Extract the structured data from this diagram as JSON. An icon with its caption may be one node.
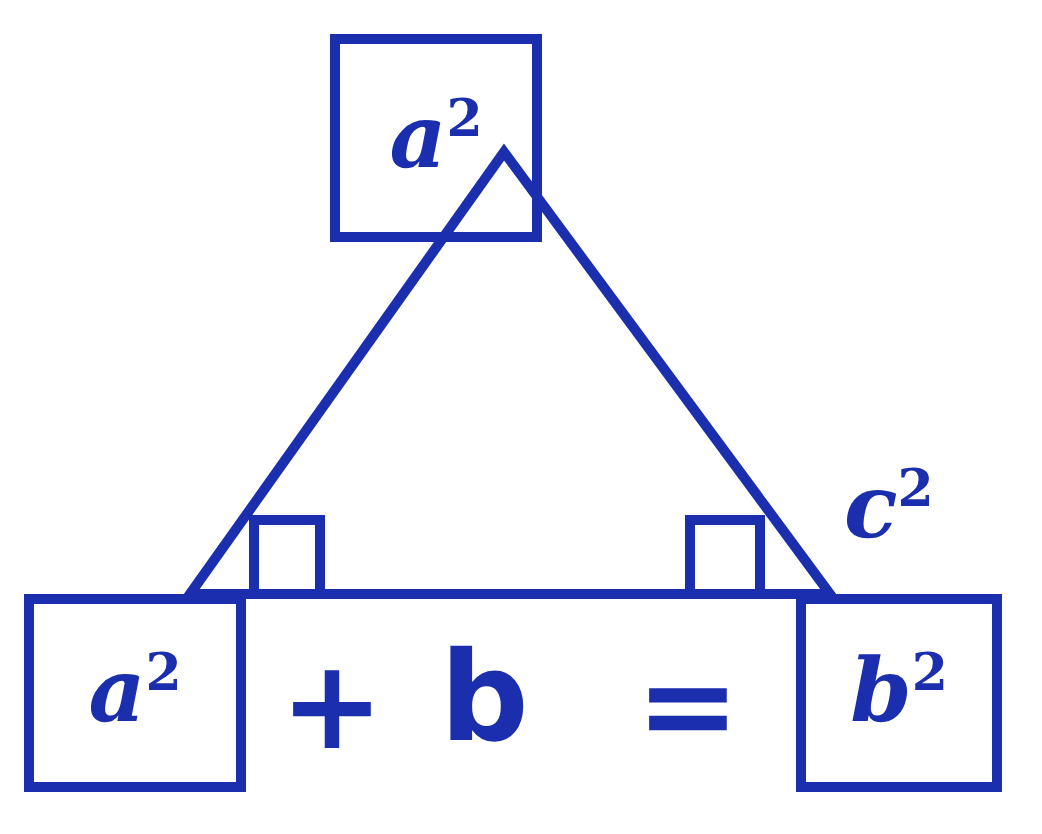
{
  "diagram": {
    "nodes": [
      {
        "text": [
          "a$^{2}$"
        ]
      },
      {
        "text": [
          "a$^{2}$"
        ]
      },
      {
        "text": [
          "b$^{2}$"
        ]
      }
    ],
    "edges": [],
    "labels": [
      "c$^{2}$",
      "+",
      "b",
      "="
    ]
  }
}
